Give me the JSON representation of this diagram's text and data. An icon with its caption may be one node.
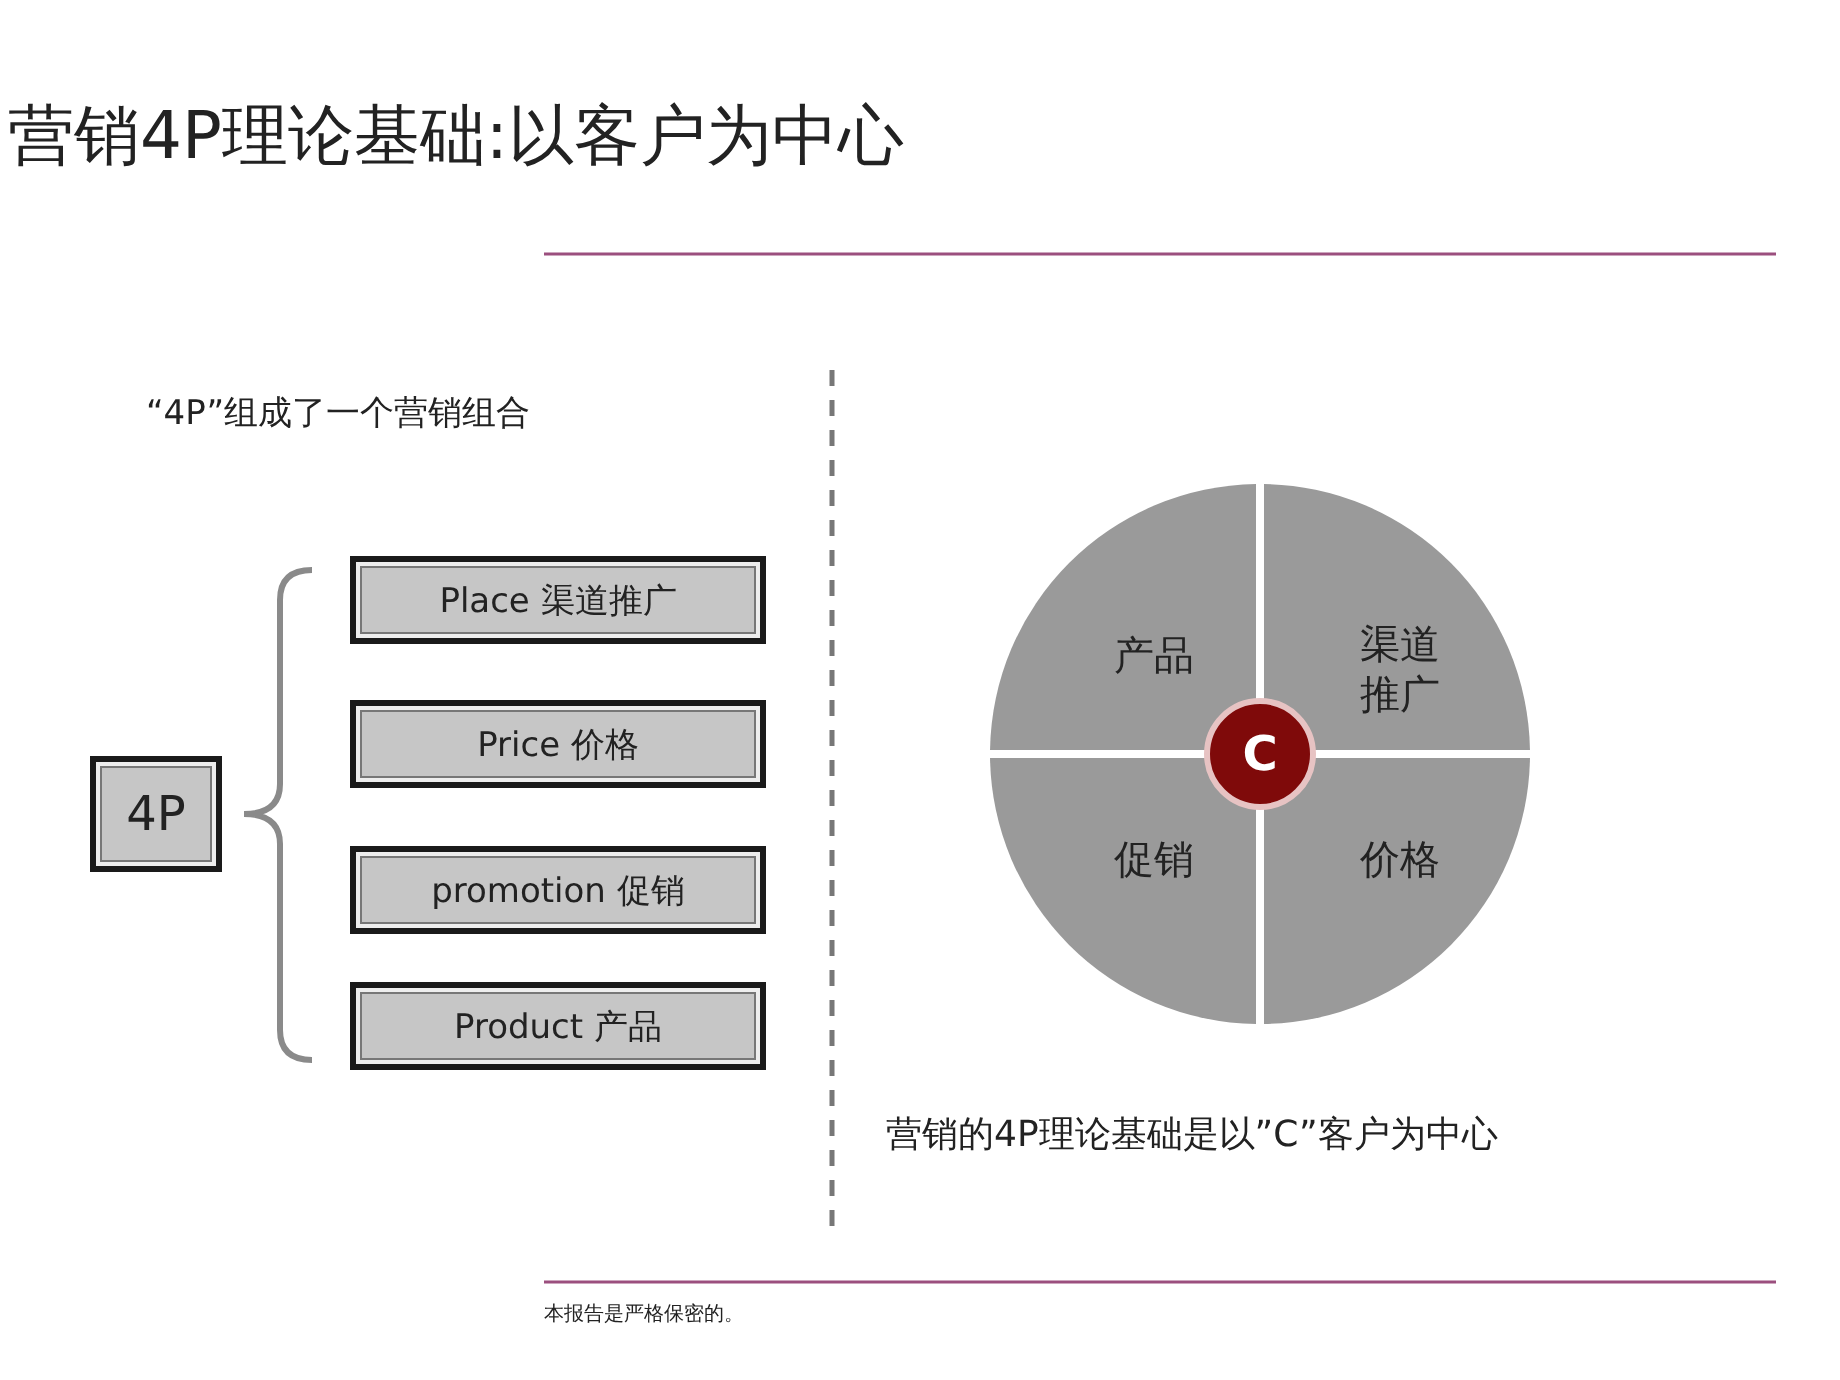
{
  "diagram": {
    "title": "营销4P理论基础:以客户为中心",
    "nodes": [
      {
        "text": [
          "4P"
        ]
      },
      {
        "text": [
          "Place 渠道推广"
        ]
      },
      {
        "text": [
          "Price 价格"
        ]
      },
      {
        "text": [
          "promotion 促销"
        ]
      },
      {
        "text": [
          "Product 产品"
        ]
      },
      {
        "text": [
          "产品"
        ]
      },
      {
        "text": [
          "渠道推广"
        ]
      },
      {
        "text": [
          "C"
        ]
      },
      {
        "text": [
          "促销"
        ]
      },
      {
        "text": [
          "价格"
        ]
      }
    ],
    "labels": [
      "“4P”组成了一个营销组合",
      "营销的4P理论基础是以”C”客户为中心",
      "本报告是严格保密的。"
    ]
  }
}
